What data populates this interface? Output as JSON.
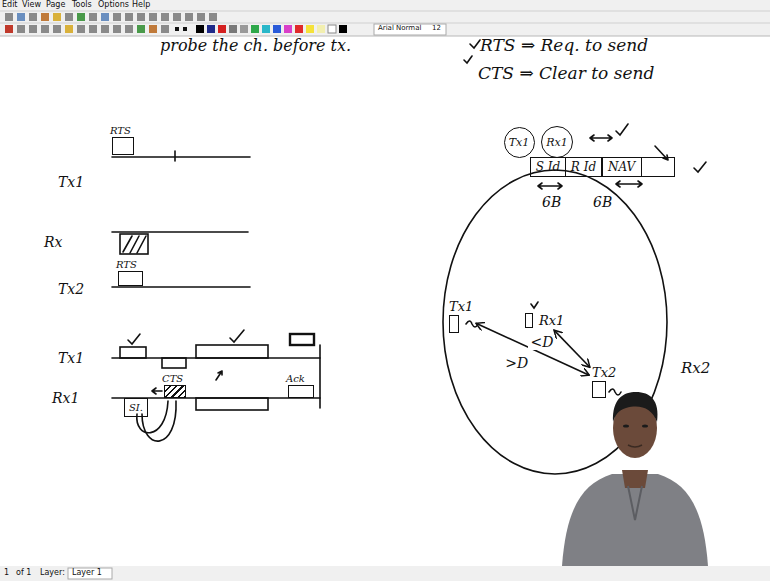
{
  "diagram": {
    "nodes": [
      {
        "text": [
          "Tx1"
        ]
      },
      {
        "text": [
          "Rx1"
        ]
      },
      {
        "text": [
          "S Id"
        ]
      },
      {
        "text": [
          "R Id"
        ]
      },
      {
        "text": [
          "NAV"
        ]
      },
      {
        "text": [
          "RTS"
        ]
      },
      {
        "text": [
          "RTS"
        ]
      },
      {
        "text": [
          "Tx1"
        ]
      },
      {
        "text": [
          "Rx1"
        ]
      },
      {
        "text": [
          "Tx2"
        ]
      },
      {
        "text": [
          "CTS"
        ]
      },
      {
        "text": [
          "Ack"
        ]
      },
      {
        "text": [
          "SI."
        ]
      }
    ],
    "edges": [
      {
        "from": 7,
        "to": 9,
        "label": ">D",
        "arrow": "both"
      },
      {
        "from": 8,
        "to": 9,
        "label": "<D",
        "arrow": "both"
      }
    ],
    "labels": [
      "Edit",
      "View",
      "Page",
      "Tools",
      "Options",
      "Help",
      "Arial Normal",
      "12",
      "probe the ch. before tx.",
      "RTS ⇒ Req. to send",
      "CTS ⇒ Clear to send",
      "6B",
      "6B",
      "Tx1",
      "Rx",
      "Tx2",
      "Tx1",
      "Rx1",
      "Rx2",
      "1",
      "of 1",
      "Layer:",
      "Layer 1"
    ]
  }
}
